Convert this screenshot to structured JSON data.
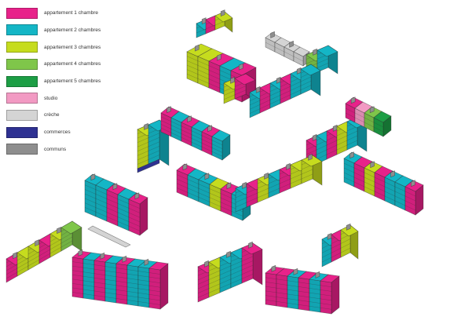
{
  "legend": [
    {
      "label": "appartement 1 chambre",
      "color": "#e8228a",
      "key": "t1"
    },
    {
      "label": "appartement 2 chambres",
      "color": "#14b6c6",
      "key": "t2"
    },
    {
      "label": "appartement 3 chambres",
      "color": "#c6dc1e",
      "key": "t3"
    },
    {
      "label": "appartement 4 chambres",
      "color": "#7fc64a",
      "key": "t4"
    },
    {
      "label": "appartement 5 chambres",
      "color": "#1d9e45",
      "key": "t5"
    },
    {
      "label": "studio",
      "color": "#f29ac3",
      "key": "studio"
    },
    {
      "label": "crèche",
      "color": "#d4d4d4",
      "key": "creche"
    },
    {
      "label": "commerces",
      "color": "#2e3192",
      "key": "commerces"
    },
    {
      "label": "communs",
      "color": "#8e8e8e",
      "key": "communs"
    }
  ]
}
